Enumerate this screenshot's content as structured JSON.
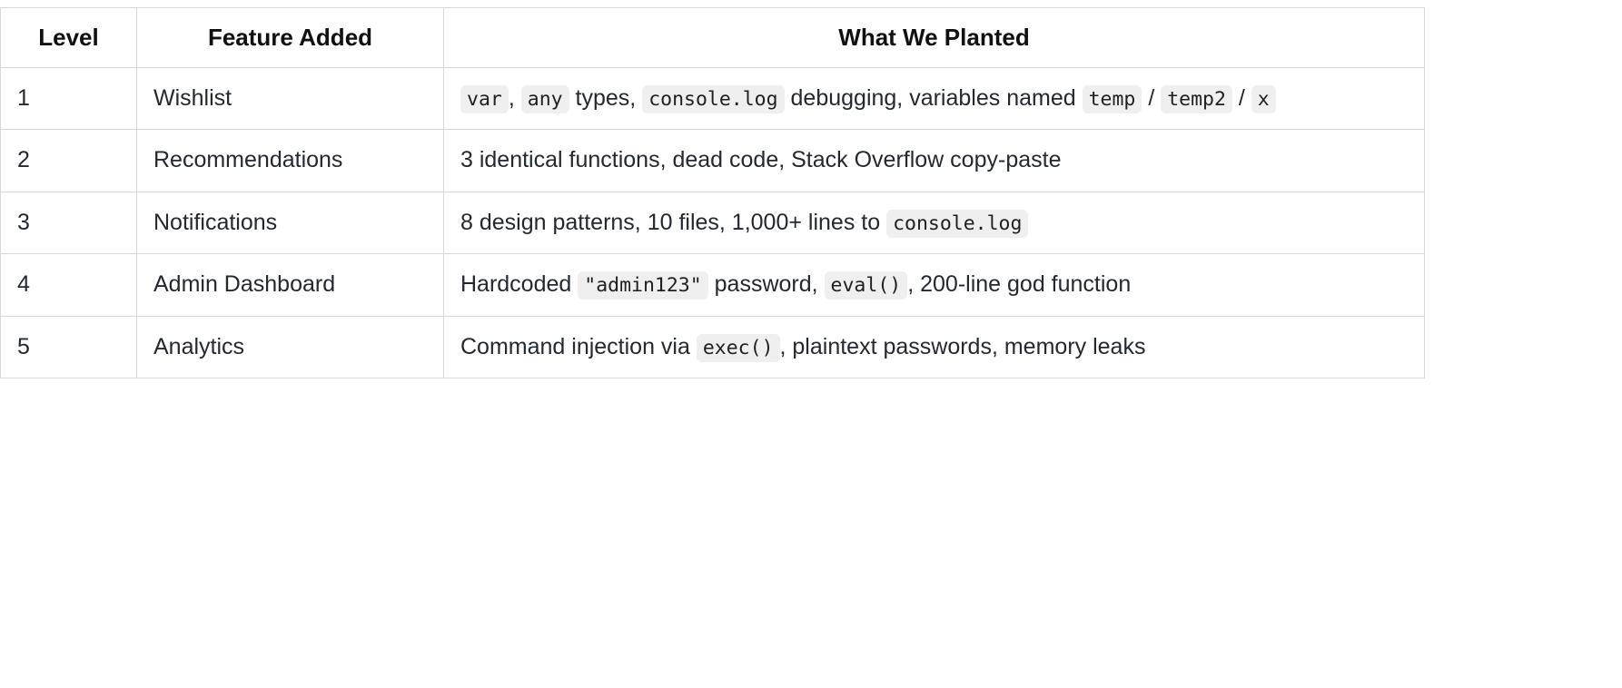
{
  "table": {
    "headers": [
      {
        "label": "Level",
        "key": "level"
      },
      {
        "label": "Feature Added",
        "key": "feature"
      },
      {
        "label": "What We Planted",
        "key": "planted"
      }
    ],
    "rows": [
      {
        "level": "1",
        "feature": "Wishlist",
        "planted_text": "var , any types, console.log debugging, variables named temp / temp2 / x",
        "planted_parts": [
          {
            "type": "code",
            "text": "var"
          },
          {
            "type": "text",
            "text": ", "
          },
          {
            "type": "code",
            "text": "any"
          },
          {
            "type": "text",
            "text": " types, "
          },
          {
            "type": "code",
            "text": "console.log"
          },
          {
            "type": "text",
            "text": " debugging, variables named "
          },
          {
            "type": "code",
            "text": "temp"
          },
          {
            "type": "text",
            "text": " / "
          },
          {
            "type": "code",
            "text": "temp2"
          },
          {
            "type": "text",
            "text": " / "
          },
          {
            "type": "code",
            "text": "x"
          }
        ]
      },
      {
        "level": "2",
        "feature": "Recommendations",
        "planted_text": "3 identical functions, dead code, Stack Overflow copy-paste",
        "planted_parts": [
          {
            "type": "text",
            "text": "3 identical functions, dead code, Stack Overflow copy-paste"
          }
        ]
      },
      {
        "level": "3",
        "feature": "Notifications",
        "planted_text": "8 design patterns, 10 files, 1,000+ lines to console.log",
        "planted_parts": [
          {
            "type": "text",
            "text": "8 design patterns, 10 files, 1,000+ lines to "
          },
          {
            "type": "code",
            "text": "console.log"
          }
        ]
      },
      {
        "level": "4",
        "feature": "Admin Dashboard",
        "planted_text": "Hardcoded \"admin123\" password, eval() , 200-line god function",
        "planted_parts": [
          {
            "type": "text",
            "text": "Hardcoded "
          },
          {
            "type": "code",
            "text": "\"admin123\""
          },
          {
            "type": "text",
            "text": " password, "
          },
          {
            "type": "code",
            "text": "eval()"
          },
          {
            "type": "text",
            "text": ", 200-line god function"
          }
        ]
      },
      {
        "level": "5",
        "feature": "Analytics",
        "planted_text": "Command injection via exec() , plaintext passwords, memory leaks",
        "planted_parts": [
          {
            "type": "text",
            "text": "Command injection via "
          },
          {
            "type": "code",
            "text": "exec()"
          },
          {
            "type": "text",
            "text": ", plaintext passwords, memory leaks"
          }
        ]
      }
    ]
  },
  "style": {
    "border_color": "#d7d7d7",
    "code_background": "#efeff0",
    "text_color": "#24292f",
    "header_text_color": "#111111",
    "page_background": "#ffffff"
  }
}
